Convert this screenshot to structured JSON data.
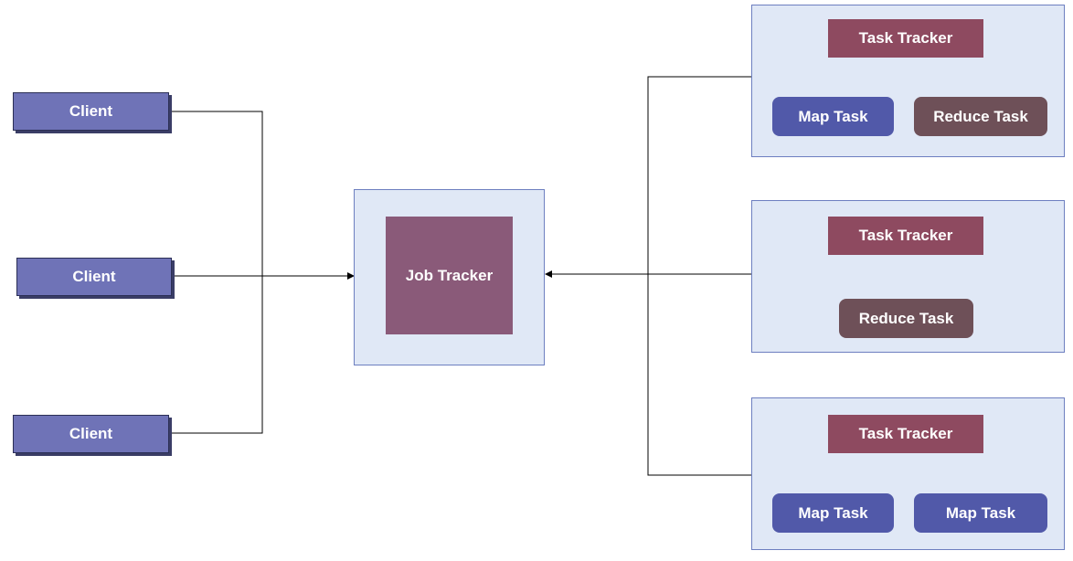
{
  "clients": [
    {
      "label": "Client"
    },
    {
      "label": "Client"
    },
    {
      "label": "Client"
    }
  ],
  "job_tracker": {
    "label": "Job Tracker"
  },
  "task_tracker_nodes": [
    {
      "tracker_label": "Task Tracker",
      "tasks": [
        {
          "label": "Map Task",
          "kind": "map"
        },
        {
          "label": "Reduce Task",
          "kind": "reduce"
        }
      ]
    },
    {
      "tracker_label": "Task Tracker",
      "tasks": [
        {
          "label": "Reduce Task",
          "kind": "reduce"
        }
      ]
    },
    {
      "tracker_label": "Task Tracker",
      "tasks": [
        {
          "label": "Map Task",
          "kind": "map"
        },
        {
          "label": "Map Task",
          "kind": "map"
        }
      ]
    }
  ],
  "colors": {
    "client_fill": "#6f73b7",
    "panel_fill": "#e0e8f6",
    "tracker_fill": "#8e4a60",
    "job_tracker_fill": "#8a5a79",
    "map_task_fill": "#5159a9",
    "reduce_task_fill": "#6e5058"
  }
}
